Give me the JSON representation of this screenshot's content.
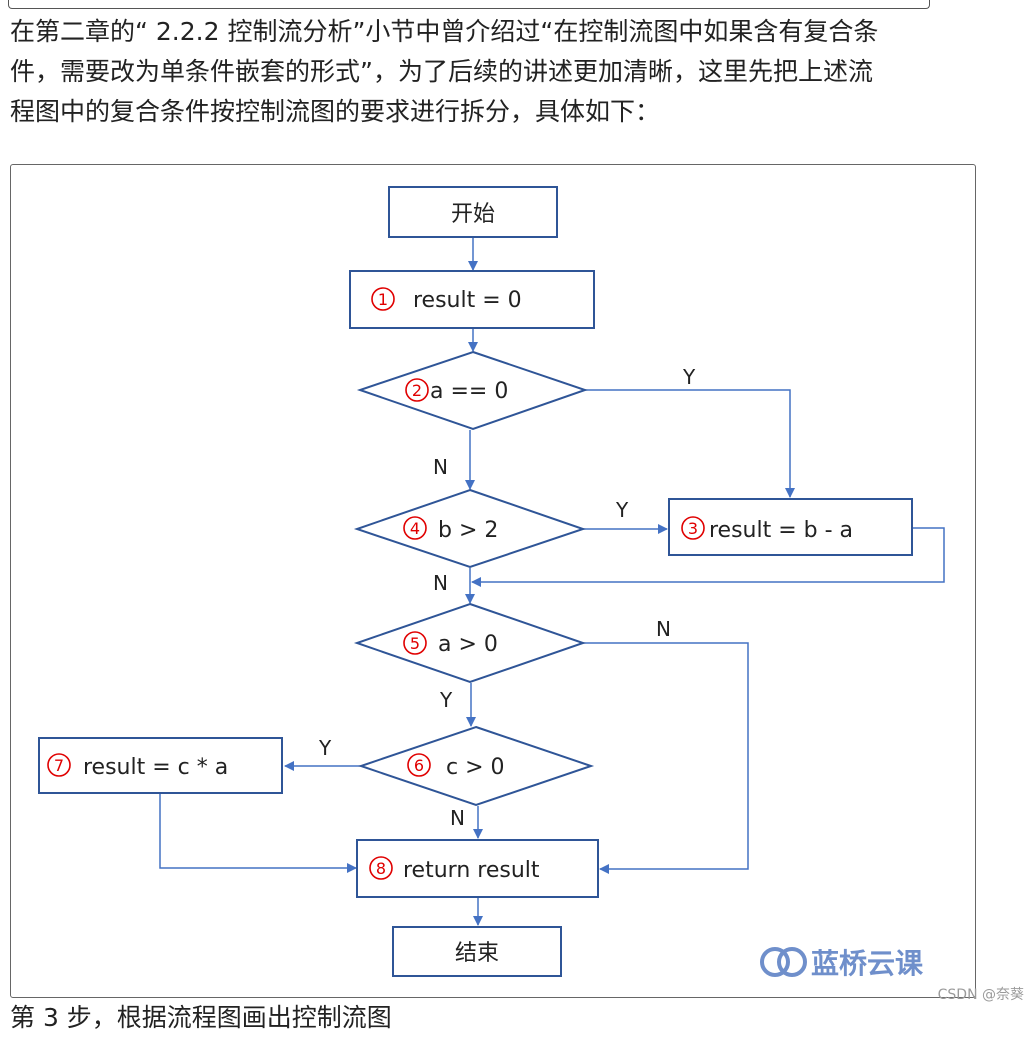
{
  "paragraph": {
    "lines": [
      "在第二章的“ 2.2.2 控制流分析”小节中曾介绍过“在控制流图中如果含有复合条",
      "件，需要改为单条件嵌套的形式”，为了后续的讲述更加清晰，这里先把上述流",
      "程图中的复合条件按控制流图的要求进行拆分，具体如下："
    ]
  },
  "flowchart": {
    "start": "开始",
    "end": "结束",
    "steps": {
      "s1": {
        "num": "1",
        "text": "result = 0"
      },
      "s2": {
        "num": "2",
        "text": "a == 0"
      },
      "s3": {
        "num": "3",
        "text": "result = b - a"
      },
      "s4": {
        "num": "4",
        "text": "b > 2"
      },
      "s5": {
        "num": "5",
        "text": "a > 0"
      },
      "s6": {
        "num": "6",
        "text": "c > 0"
      },
      "s7": {
        "num": "7",
        "text": "result = c * a"
      },
      "s8": {
        "num": "8",
        "text": "return result"
      }
    },
    "edge_labels": {
      "s2_yes": "Y",
      "s2_no": "N",
      "s4_yes": "Y",
      "s4_no": "N",
      "s5_no": "N",
      "s5_yes": "Y",
      "s6_yes": "Y",
      "s6_no": "N"
    },
    "logo": "蓝桥云课"
  },
  "bottom_text": "第 3 步，根据流程图画出控制流图",
  "watermark": "CSDN @奈葵",
  "colors": {
    "box_stroke": "#2f5597",
    "edge": "#4472c4",
    "step_number": "#e00000"
  }
}
